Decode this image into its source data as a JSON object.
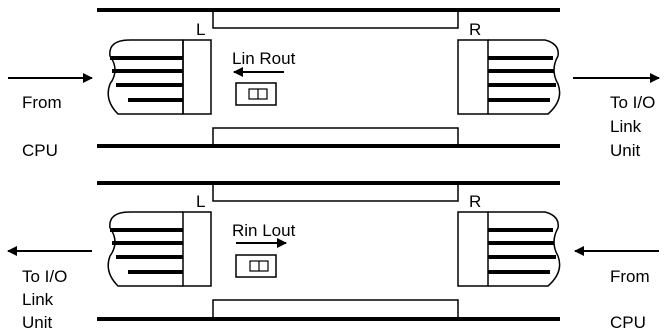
{
  "top_panel": {
    "left_label": "L",
    "right_label": "R",
    "switch_caption": "Lin Rout",
    "switch_arrow_direction": "left",
    "left_side_text": [
      "From",
      "CPU"
    ],
    "right_side_text": [
      "To I/O",
      "Link",
      "Unit"
    ]
  },
  "bottom_panel": {
    "left_label": "L",
    "right_label": "R",
    "switch_caption": "Rin Lout",
    "switch_arrow_direction": "right",
    "left_side_text": [
      "To I/O",
      "Link",
      "Unit"
    ],
    "right_side_text": [
      "From",
      "CPU"
    ]
  },
  "colors": {
    "ink": "#000000",
    "background": "#ffffff"
  }
}
